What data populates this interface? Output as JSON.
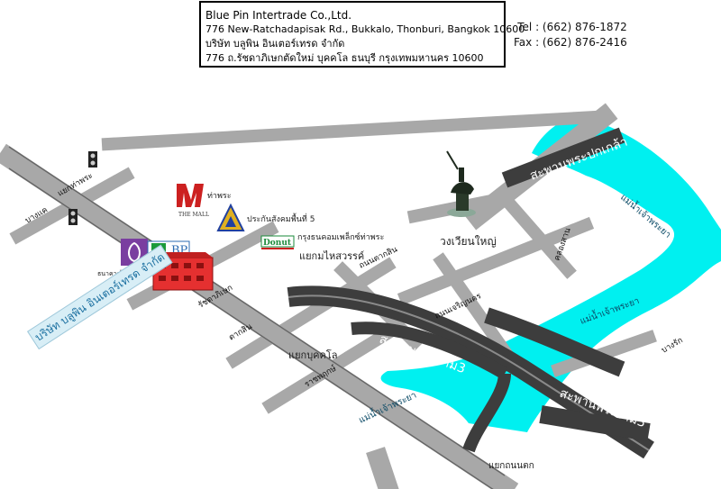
{
  "header": {
    "company_name": "Blue Pin Intertrade Co.,Ltd.",
    "address_en": "776 New-Ratchadapisak Rd., Bukkalo, Thonburi, Bangkok 10600",
    "company_name_th": "บริษัท บลูพิน อินเตอร์เทรด จำกัด",
    "address_th": "776 ถ.รัชดาภิเษกตัดใหม่ บุคคโล ธนบุรี กรุงเทพมหานคร 10600"
  },
  "contact": {
    "tel": "Tel : (662) 876-1872",
    "fax": "Fax : (662) 876-2416"
  },
  "bridges": {
    "pinklao": "สะพานพระปกเกล้า",
    "taksin": "สะพานตากสิน",
    "rama3_a": "สะพานพระราม3",
    "rama3_b": "สะพานพระราม3"
  },
  "river": {
    "label_1": "แม่น้ำเจ้าพระยา",
    "label_2": "แม่น้ำเจ้าพระยา",
    "label_3": "แม่น้ำเจ้าพระยา"
  },
  "roads": {
    "tha_phra_junction": "แยกท่าพระ",
    "bang_khae": "บางแค",
    "wongwian_yai": "วงเวียนใหญ่",
    "khlong_san": "คลองสาน",
    "charoen_nakhon": "ถนนเจริญนคร",
    "tak_sin_rd": "ถนนตากสิน",
    "ratchada": "รัชดาภิเษก",
    "tak_sin_rd_2": "ตากสิน",
    "ratchaphruek": "ราชพฤกษ์",
    "fai_sawan": "แยกมไหสวรรค์",
    "bukkalo": "แยกบุคคโล",
    "thanon_tok": "แยกถนนตก",
    "bang_rak": "บางรัก"
  },
  "landmarks": {
    "mall_logo": "THE MALL",
    "mall_label": "ท่าพระ",
    "insurance": "ประกันสังคมพื้นที่ 5",
    "bank_label": "ธนาคารไทยพาณิชย์",
    "computer_store_logo": "Donut",
    "computer_store": "กรุงธนคอมเพล็กซ์ท่าพระ",
    "bluepin_logo": "BP",
    "company_th": "บริษัท บลูพิน อินเตอร์เทรด จำกัด"
  },
  "colors": {
    "river": "#00f0f0",
    "road": "#a8a8a8",
    "bridge": "#3d3d3d",
    "company": "#e53030",
    "bank": "#7a3fa0",
    "insurance": "#e0b020"
  }
}
